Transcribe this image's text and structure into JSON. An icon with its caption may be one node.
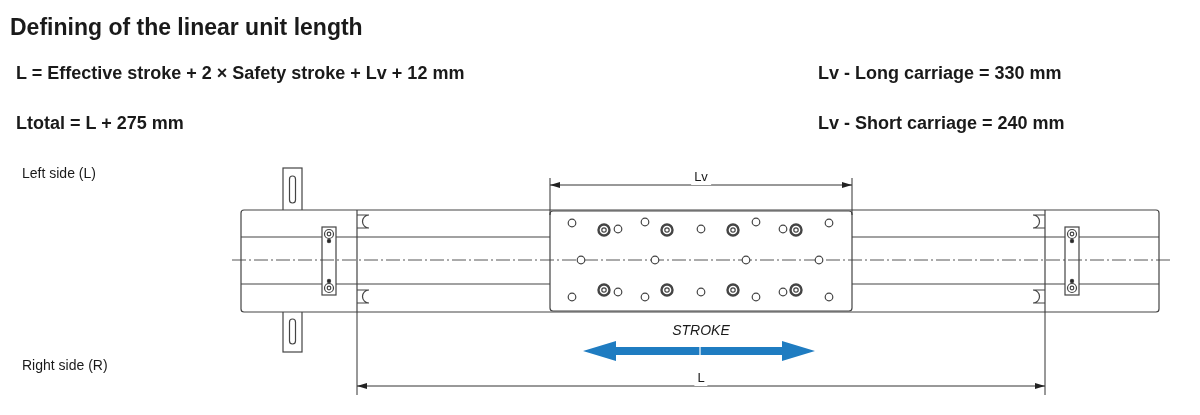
{
  "diagram": {
    "title": "Defining of the linear unit length",
    "labels": [
      "L = Effective stroke + 2 × Safety stroke + Lv + 12 mm",
      "Lv - Long carriage = 330 mm",
      "Ltotal = L + 275 mm",
      "Lv - Short carriage = 240 mm",
      "Left side (L)",
      "Lv",
      "STROKE",
      "Right side (R)",
      "L"
    ]
  }
}
